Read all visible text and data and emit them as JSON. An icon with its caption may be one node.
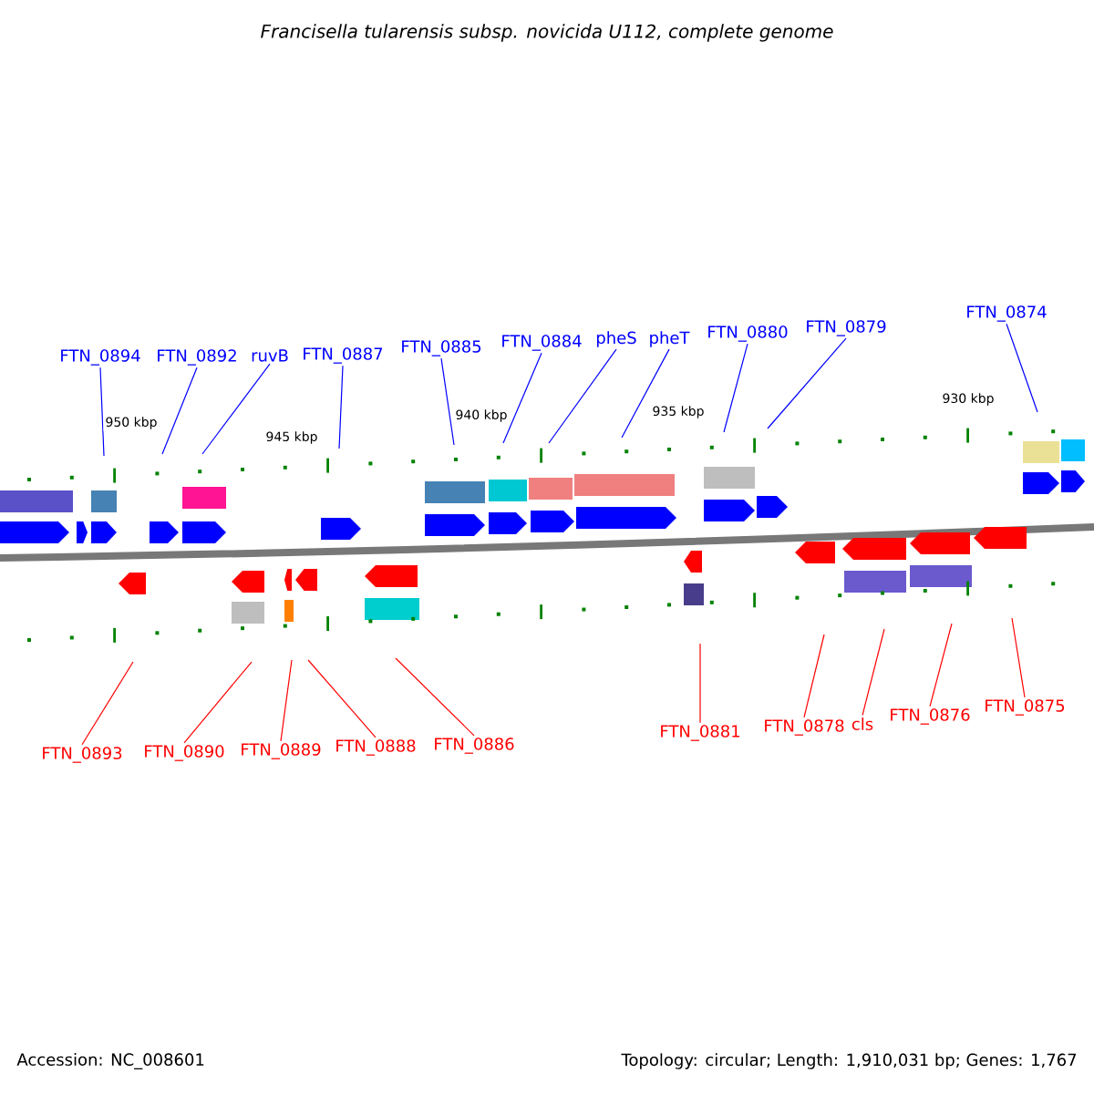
{
  "diagram": {
    "title": "Francisella tularensis subsp. novicida U112, complete genome",
    "nodes": [
      {
        "text": [
          "FTN_0894"
        ]
      },
      {
        "text": [
          "FTN_0892"
        ]
      },
      {
        "text": [
          "ruvB"
        ]
      },
      {
        "text": [
          "FTN_0887"
        ]
      },
      {
        "text": [
          "FTN_0885"
        ]
      },
      {
        "text": [
          "FTN_0884"
        ]
      },
      {
        "text": [
          "pheS"
        ]
      },
      {
        "text": [
          "pheT"
        ]
      },
      {
        "text": [
          "FTN_0880"
        ]
      },
      {
        "text": [
          "FTN_0879"
        ]
      },
      {
        "text": [
          "FTN_0874"
        ]
      },
      {
        "text": [
          "FTN_0893"
        ]
      },
      {
        "text": [
          "FTN_0890"
        ]
      },
      {
        "text": [
          "FTN_0889"
        ]
      },
      {
        "text": [
          "FTN_0888"
        ]
      },
      {
        "text": [
          "FTN_0886"
        ]
      },
      {
        "text": [
          "FTN_0881"
        ]
      },
      {
        "text": [
          "FTN_0878"
        ]
      },
      {
        "text": [
          "cls"
        ]
      },
      {
        "text": [
          "FTN_0876"
        ]
      },
      {
        "text": [
          "FTN_0875"
        ]
      }
    ],
    "edges": [
      {
        "from": 0,
        "to": null,
        "arrow": "none"
      },
      {
        "from": 1,
        "to": null,
        "arrow": "none"
      },
      {
        "from": 2,
        "to": null,
        "arrow": "none"
      },
      {
        "from": 3,
        "to": null,
        "arrow": "none"
      },
      {
        "from": 4,
        "to": null,
        "arrow": "none"
      },
      {
        "from": 5,
        "to": null,
        "arrow": "none"
      },
      {
        "from": 6,
        "to": null,
        "arrow": "none"
      },
      {
        "from": 7,
        "to": null,
        "arrow": "none"
      },
      {
        "from": 8,
        "to": null,
        "arrow": "none"
      },
      {
        "from": 9,
        "to": null,
        "arrow": "none"
      },
      {
        "from": 10,
        "to": null,
        "arrow": "none"
      },
      {
        "from": 11,
        "to": null,
        "arrow": "none",
        "color": "#ff0000"
      },
      {
        "from": 12,
        "to": null,
        "arrow": "none",
        "color": "#ff0000"
      },
      {
        "from": 13,
        "to": null,
        "arrow": "none",
        "color": "#ff0000"
      },
      {
        "from": 14,
        "to": null,
        "arrow": "none",
        "color": "#ff0000"
      },
      {
        "from": 15,
        "to": null,
        "arrow": "none",
        "color": "#ff0000"
      },
      {
        "from": 16,
        "to": null,
        "arrow": "none",
        "color": "#ff0000"
      },
      {
        "from": 17,
        "to": null,
        "arrow": "none",
        "color": "#ff0000"
      },
      {
        "from": 18,
        "to": null,
        "arrow": "none",
        "color": "#ff0000"
      },
      {
        "from": 19,
        "to": null,
        "arrow": "none",
        "color": "#ff0000"
      },
      {
        "from": 20,
        "to": null,
        "arrow": "none",
        "color": "#ff0000"
      }
    ],
    "labels": [
      "950 kbp",
      "945 kbp",
      "940 kbp",
      "935 kbp",
      "930 kbp",
      "Accession: NC_008601",
      "Topology: circular; Length: 1,910,031 bp; Genes: 1,767"
    ]
  }
}
